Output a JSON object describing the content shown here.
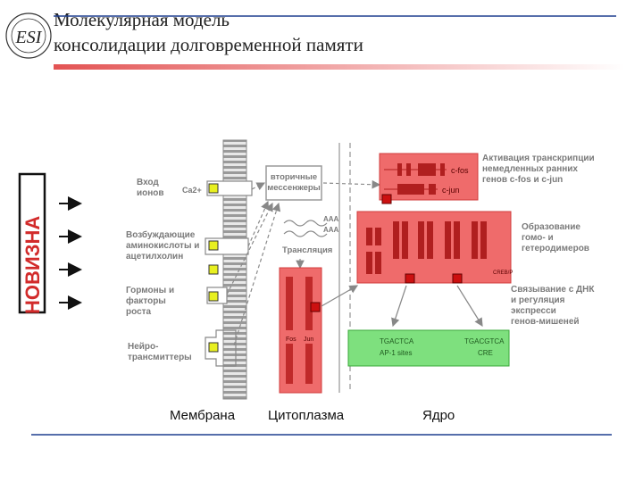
{
  "title": {
    "line1": "Молекулярная модель",
    "line2": "консолидации долговременной памяти"
  },
  "vertical_label": "НОВИЗНА",
  "logo_text": "ESI",
  "stimuli": [
    {
      "line1": "Вход",
      "line2": "ионов"
    },
    {
      "line1": "Возбуждающие",
      "line2": "аминокислоты и",
      "line3": "ацетилхолин"
    },
    {
      "line1": "Гормоны и",
      "line2": "факторы",
      "line3": "роста"
    },
    {
      "line1": "Нейро-",
      "line2": "трансмиттеры"
    }
  ],
  "ion_label": "Ca2+",
  "second_messengers": {
    "line1": "вторичные",
    "line2": "мессенжеры"
  },
  "translation": "Трансляция",
  "aaa": [
    "AAA",
    "AAA"
  ],
  "genes": [
    "c-fos",
    "c-jun"
  ],
  "right_notes": [
    {
      "line1": "Активация транскрипции",
      "line2": "немедленных ранних",
      "line3": "генов c-fos и c-jun"
    },
    {
      "line1": "Образование",
      "line2": "гомо- и",
      "line3": "гетеродимеров"
    },
    {
      "line1": "Связывание с ДНК",
      "line2": "и регуляция",
      "line3": "экспресси",
      "line4": "генов-мишеней"
    }
  ],
  "dna_sites": [
    {
      "seq": "TGACTCA",
      "name": "AP-1 sites"
    },
    {
      "seq": "TGACGTCA",
      "name": "CRE"
    }
  ],
  "creb_label": "CREB/P",
  "fos_jun": [
    "Fos",
    "Jun"
  ],
  "compartments": [
    "Мембрана",
    "Цитоплазма",
    "Ядро"
  ],
  "colors": {
    "red_box": "#ef6b6b",
    "red_border": "#d23c3c",
    "green_box": "#7ee07e",
    "yellow_node": "#e8f020",
    "line_blue": "#1f3f8f",
    "gray": "#8a8a8a"
  }
}
